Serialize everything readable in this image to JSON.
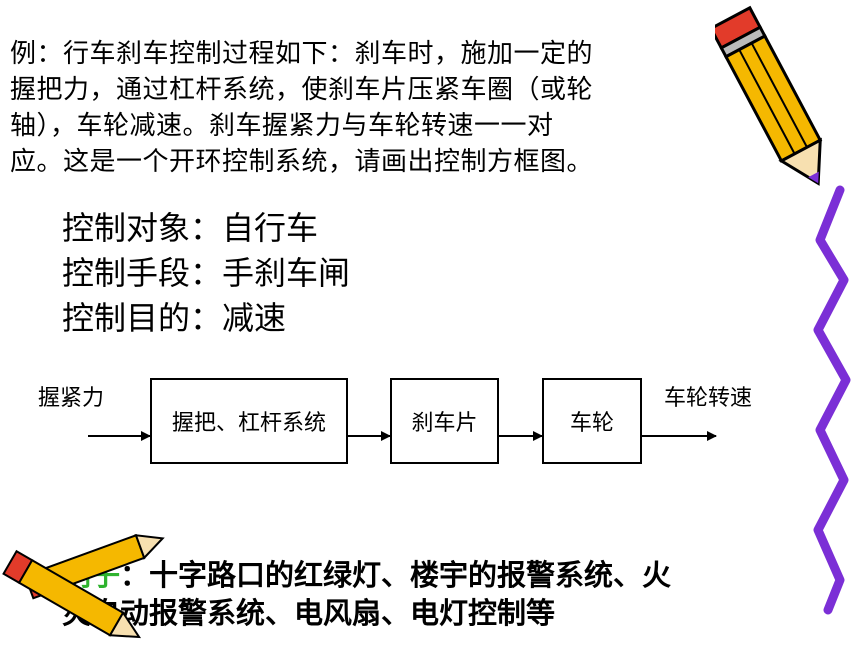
{
  "intro_lines": [
    "例：行车刹车控制过程如下：刹车时，施加一定的",
    "握把力，通过杠杆系统，使刹车片压紧车圈（或轮",
    "轴），车轮减速。刹车握紧力与车轮转速一一对",
    "应。这是一个开环控制系统，请画出控制方框图。"
  ],
  "facts": [
    {
      "label": "控制对象：",
      "value": "自行车"
    },
    {
      "label": "控制手段：",
      "value": "手刹车闸"
    },
    {
      "label": "控制目的：",
      "value": "减速"
    }
  ],
  "diagram": {
    "input_label": "握紧力",
    "output_label": "车轮转速",
    "blocks": [
      "握把、杠杆系统",
      "刹车片",
      "车轮"
    ]
  },
  "examples": {
    "label": "例子",
    "line1_rest": "：十字路口的红绿灯、楼宇的报警系统、火",
    "line2": "灾自动报警系统、电风扇、电灯控制等"
  },
  "colors": {
    "pencil_body": "#f5b800",
    "pencil_outline": "#000000",
    "squiggle": "#7b2fd6",
    "example_label": "#2fb32f"
  },
  "icons": [
    "pencil-icon",
    "squiggle-decoration"
  ]
}
